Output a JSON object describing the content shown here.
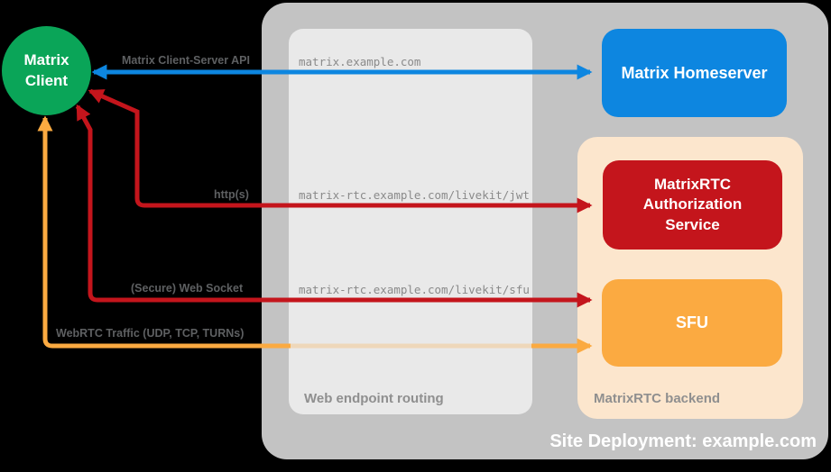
{
  "colors": {
    "client_green": "#0aa558",
    "homeserver_blue": "#0d86e0",
    "auth_red": "#c4151c",
    "sfu_orange": "#fbaa41",
    "backend_peach": "#fce6cd",
    "site_gray": "#c3c3c3",
    "routing_gray": "#e9e9e9"
  },
  "nodes": {
    "client": {
      "label": "Matrix Client"
    },
    "homeserver": {
      "label": "Matrix Homeserver"
    },
    "auth_service": {
      "label": "MatrixRTC Authorization Service"
    },
    "sfu": {
      "label": "SFU"
    }
  },
  "containers": {
    "site": {
      "label": "Site Deployment: example.com"
    },
    "routing": {
      "label": "Web endpoint routing"
    },
    "backend": {
      "label": "MatrixRTC backend"
    }
  },
  "edges": {
    "client_server_api": {
      "label": "Matrix Client-Server API",
      "route": "matrix.example.com"
    },
    "https": {
      "label": "http(s)",
      "route": "matrix-rtc.example.com/livekit/jwt"
    },
    "websocket": {
      "label": "(Secure) Web Socket",
      "route": "matrix-rtc.example.com/livekit/sfu"
    },
    "webrtc": {
      "label": "WebRTC Traffic (UDP, TCP, TURNs)"
    }
  }
}
